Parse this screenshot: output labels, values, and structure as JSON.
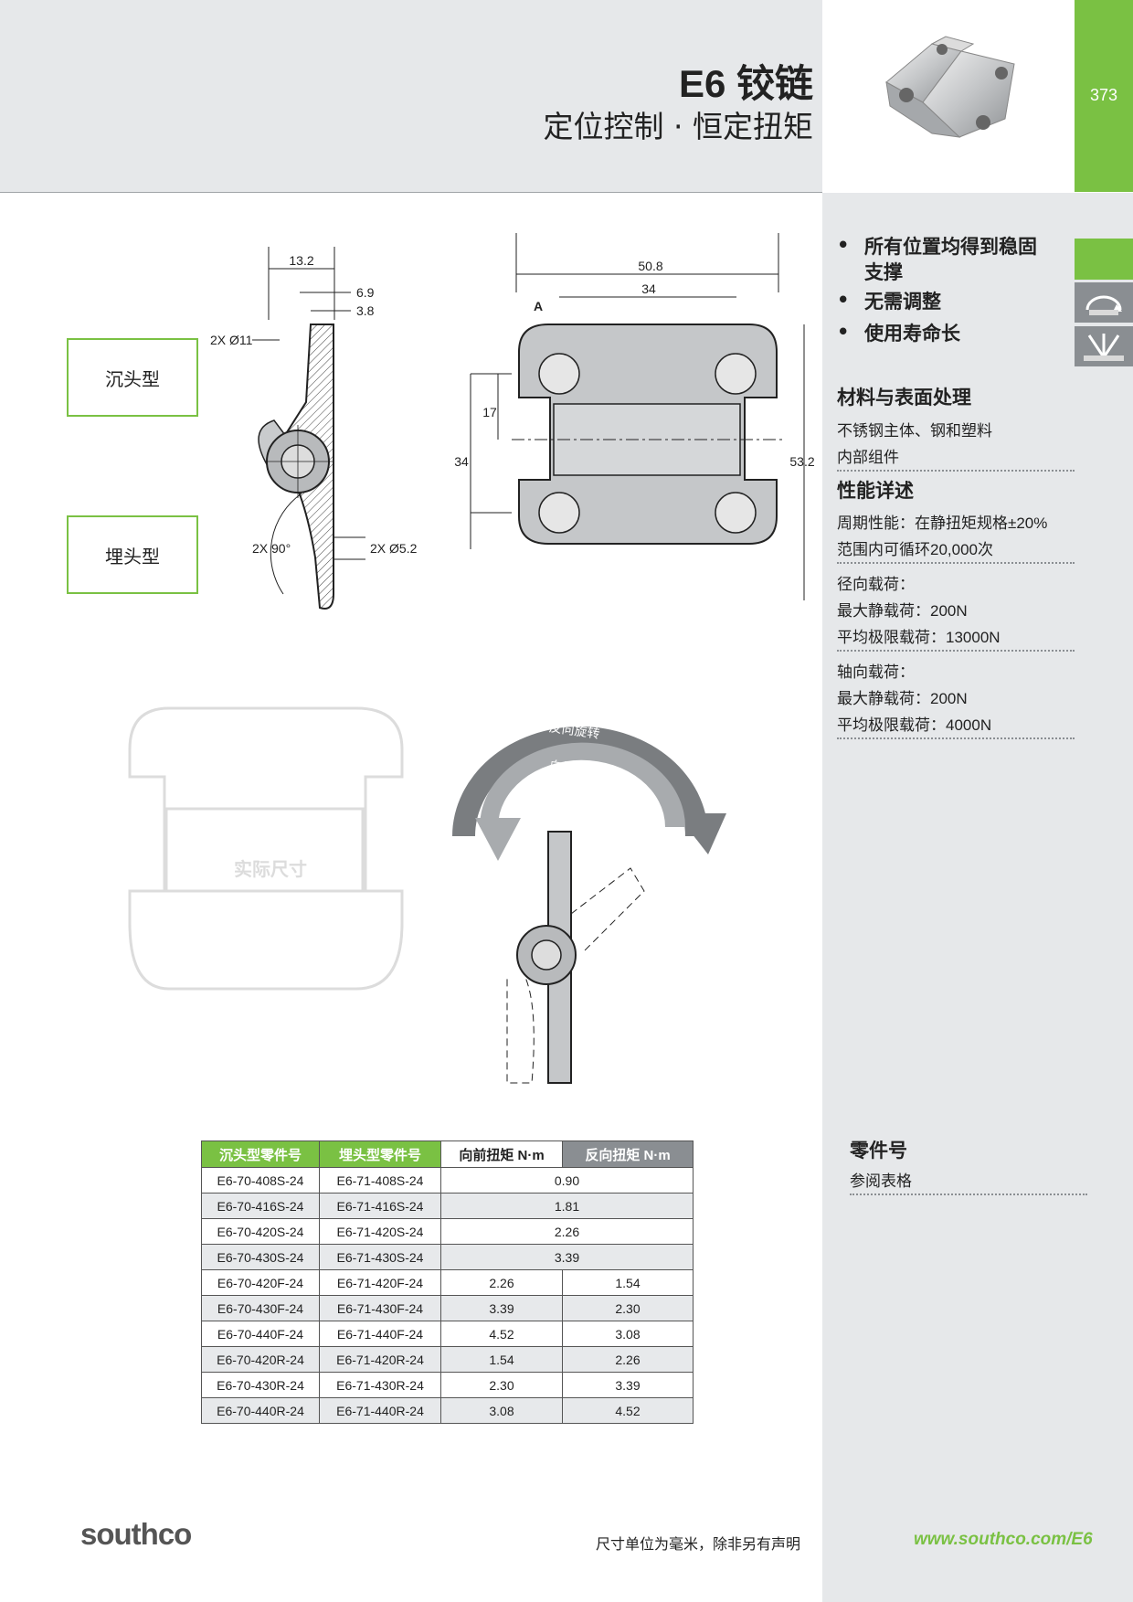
{
  "header": {
    "title": "E6 铰链",
    "subtitle": "定位控制 · 恒定扭矩",
    "page_number": "373"
  },
  "sidebar": {
    "features": [
      "所有位置均得到稳固",
      "支撑",
      "无需调整",
      "使用寿命长"
    ],
    "material_heading": "材料与表面处理",
    "material_lines": [
      "不锈钢主体、钢和塑料",
      "内部组件"
    ],
    "performance_heading": "性能详述",
    "performance_lines": [
      "周期性能：在静扭矩规格±20%",
      "范围内可循环20,000次"
    ],
    "radial_lines": [
      "径向载荷：",
      "最大静载荷：200N",
      "平均极限载荷：13000N"
    ],
    "axial_lines": [
      "轴向载荷：",
      "最大静载荷：200N",
      "平均极限载荷：4000N"
    ],
    "part_heading": "零件号",
    "part_sub": "参阅表格"
  },
  "drawing": {
    "countersunk_label": "沉头型",
    "flush_label": "埋头型",
    "dim_13_2": "13.2",
    "dim_6_9": "6.9",
    "dim_3_8": "3.8",
    "dim_hole_11": "2X Ø11",
    "dim_angle": "2X 90°",
    "dim_hole_5_2": "2X Ø5.2",
    "dim_50_8": "50.8",
    "dim_34_top": "34",
    "dim_A": "A",
    "dim_17": "17",
    "dim_34_left": "34",
    "dim_53_2": "53.2",
    "actual_size": "实际尺寸",
    "reverse_rotation": "反向旋转",
    "forward_rotation": "向前旋转"
  },
  "table": {
    "headers": [
      "沉头型零件号",
      "埋头型零件号",
      "向前扭矩 N·m",
      "反向扭矩 N·m"
    ],
    "merged_rows": [
      [
        "E6-70-408S-24",
        "E6-71-408S-24",
        "0.90"
      ],
      [
        "E6-70-416S-24",
        "E6-71-416S-24",
        "1.81"
      ],
      [
        "E6-70-420S-24",
        "E6-71-420S-24",
        "2.26"
      ],
      [
        "E6-70-430S-24",
        "E6-71-430S-24",
        "3.39"
      ]
    ],
    "rows": [
      [
        "E6-70-420F-24",
        "E6-71-420F-24",
        "2.26",
        "1.54"
      ],
      [
        "E6-70-430F-24",
        "E6-71-430F-24",
        "3.39",
        "2.30"
      ],
      [
        "E6-70-440F-24",
        "E6-71-440F-24",
        "4.52",
        "3.08"
      ],
      [
        "E6-70-420R-24",
        "E6-71-420R-24",
        "1.54",
        "2.26"
      ],
      [
        "E6-70-430R-24",
        "E6-71-430R-24",
        "2.30",
        "3.39"
      ],
      [
        "E6-70-440R-24",
        "E6-71-440R-24",
        "3.08",
        "4.52"
      ]
    ]
  },
  "footer": {
    "logo": "southco",
    "note": "尺寸单位为毫米，除非另有声明",
    "url": "www.southco.com/E6"
  },
  "colors": {
    "accent": "#7ac143",
    "gray": "#8a8e92",
    "panel": "#e6e8ea"
  }
}
